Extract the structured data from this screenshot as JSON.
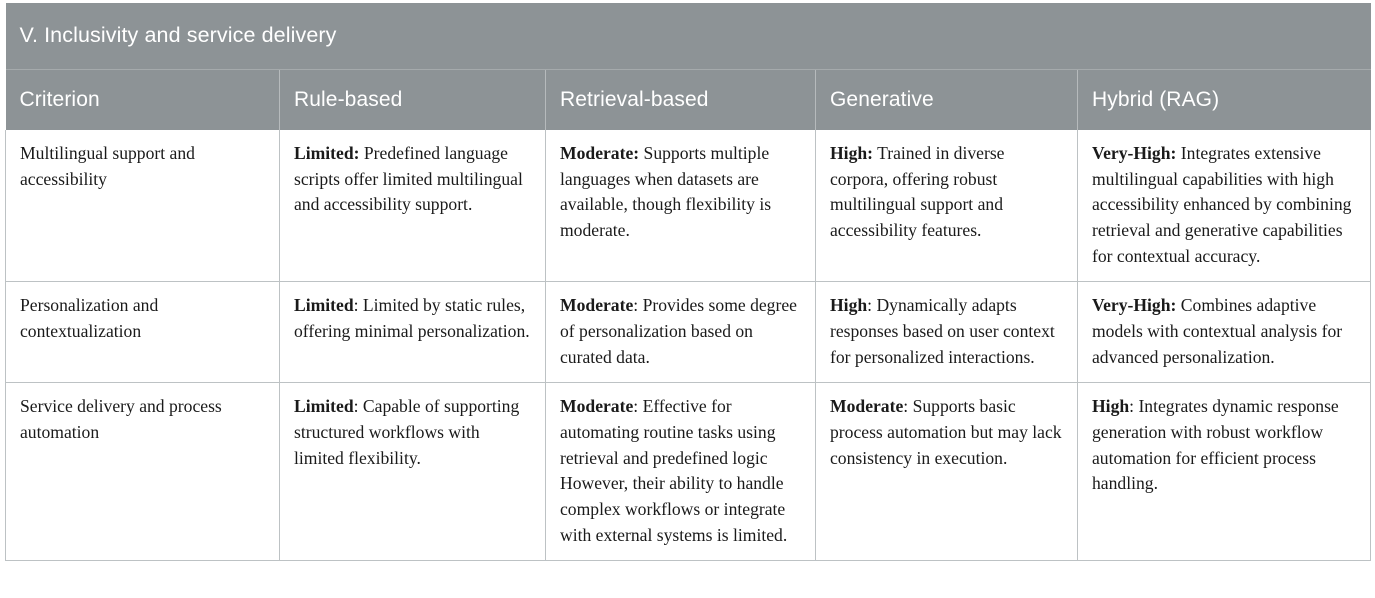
{
  "table": {
    "title": "V. Inclusivity and service delivery",
    "colors": {
      "header_band": "#8d9396",
      "header_text": "#ffffff",
      "cell_border": "#bdc2c4",
      "body_text": "#1a1a1a",
      "cell_background": "#ffffff"
    },
    "columns": [
      "Criterion",
      "Rule-based",
      "Retrieval-based",
      "Generative",
      "Hybrid (RAG)"
    ],
    "rows": [
      {
        "criterion": "Multilingual support and accessibility",
        "rule_based": {
          "lead": "Limited:",
          "text": " Predefined language scripts offer limited multilingual and accessibility support."
        },
        "retrieval_based": {
          "lead": "Moderate:",
          "text": " Supports multiple languages when datasets are available, though flexibility is moderate."
        },
        "generative": {
          "lead": "High:",
          "text": " Trained in diverse corpora, offering robust multilingual support and accessibility features."
        },
        "hybrid_rag": {
          "lead": "Very-High:",
          "text": " Integrates extensive multilingual capabilities with high accessibility enhanced by combining retrieval and generative capabilities for contextual accuracy."
        }
      },
      {
        "criterion": "Personalization and contextualization",
        "rule_based": {
          "lead": "Limited",
          "text": ": Limited by static rules, offering minimal personalization."
        },
        "retrieval_based": {
          "lead": "Moderate",
          "text": ": Provides some degree of personalization based on curated data."
        },
        "generative": {
          "lead": "High",
          "text": ": Dynamically adapts responses based on user context for personalized interactions."
        },
        "hybrid_rag": {
          "lead": "Very-High:",
          "text": " Combines adaptive models with contextual analysis for advanced personalization."
        }
      },
      {
        "criterion": "Service delivery and process automation",
        "rule_based": {
          "lead": "Limited",
          "text": ": Capable of supporting structured workflows with limited flexibility."
        },
        "retrieval_based": {
          "lead": "Moderate",
          "text": ": Effective for automating routine tasks using retrieval and predefined logic However, their ability to handle complex workflows or integrate with external systems is limited."
        },
        "generative": {
          "lead": "Moderate",
          "text": ": Supports basic process automation but may lack consistency in execution."
        },
        "hybrid_rag": {
          "lead": "High",
          "text": ": Integrates dynamic response generation with robust workflow automation for efficient process handling."
        }
      }
    ]
  }
}
